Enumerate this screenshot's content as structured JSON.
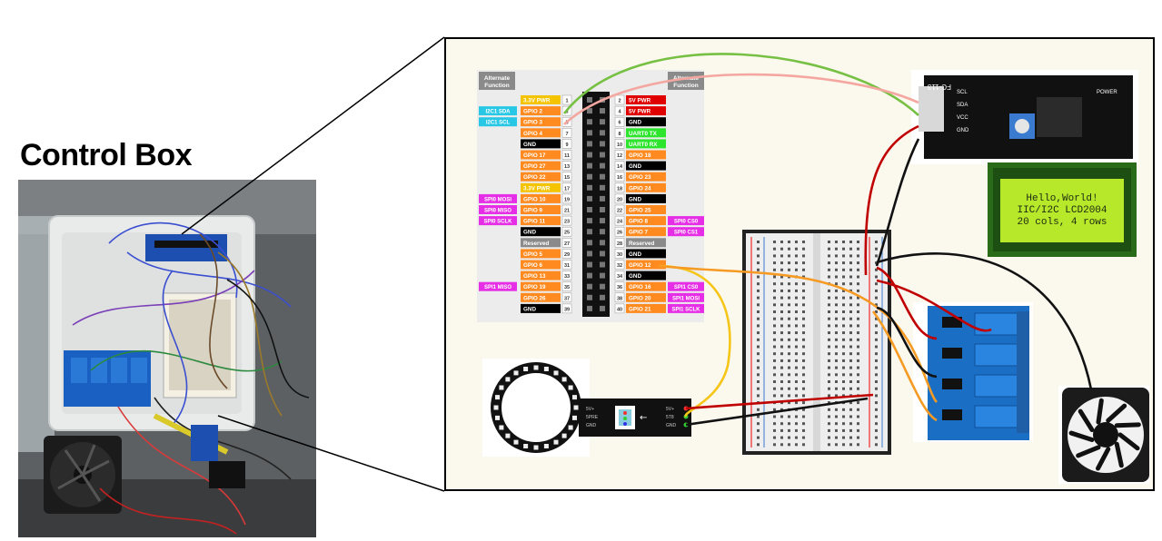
{
  "title": "Control Box",
  "colors": {
    "power3v3": "#f5c400",
    "gpio": "#ff8a1f",
    "ground": "#000000",
    "power5v": "#e00000",
    "i2c": "#29c7e6",
    "spi": "#e52ee5",
    "uart": "#2ee52e",
    "reserved": "#8a8a8a",
    "wire_green": "#76c043",
    "wire_pink": "#f4a7a0",
    "wire_red": "#c00000",
    "wire_black": "#111111",
    "wire_yellow": "#f5c518",
    "wire_orange": "#f59a23",
    "lcd_screen": "#b8e82a",
    "relay_board": "#1a6fc4"
  },
  "header": {
    "left_heading": "Alternate Function",
    "right_heading": "Alternate Function",
    "rows": [
      {
        "l_alt": "",
        "l_name": "3.3V PWR",
        "l_type": "power3v3",
        "l_num": "1",
        "r_num": "2",
        "r_name": "5V PWR",
        "r_type": "power5v",
        "r_alt": ""
      },
      {
        "l_alt": "I2C1 SDA",
        "l_name": "GPIO 2",
        "l_type": "gpio",
        "l_num": "3",
        "r_num": "4",
        "r_name": "5V PWR",
        "r_type": "power5v",
        "r_alt": ""
      },
      {
        "l_alt": "I2C1 SCL",
        "l_name": "GPIO 3",
        "l_type": "gpio",
        "l_num": "5",
        "r_num": "6",
        "r_name": "GND",
        "r_type": "ground",
        "r_alt": ""
      },
      {
        "l_alt": "",
        "l_name": "GPIO 4",
        "l_type": "gpio",
        "l_num": "7",
        "r_num": "8",
        "r_name": "UART0 TX",
        "r_type": "uart",
        "r_alt": ""
      },
      {
        "l_alt": "",
        "l_name": "GND",
        "l_type": "ground",
        "l_num": "9",
        "r_num": "10",
        "r_name": "UART0 RX",
        "r_type": "uart",
        "r_alt": ""
      },
      {
        "l_alt": "",
        "l_name": "GPIO 17",
        "l_type": "gpio",
        "l_num": "11",
        "r_num": "12",
        "r_name": "GPIO 18",
        "r_type": "gpio",
        "r_alt": ""
      },
      {
        "l_alt": "",
        "l_name": "GPIO 27",
        "l_type": "gpio",
        "l_num": "13",
        "r_num": "14",
        "r_name": "GND",
        "r_type": "ground",
        "r_alt": ""
      },
      {
        "l_alt": "",
        "l_name": "GPIO 22",
        "l_type": "gpio",
        "l_num": "15",
        "r_num": "16",
        "r_name": "GPIO 23",
        "r_type": "gpio",
        "r_alt": ""
      },
      {
        "l_alt": "",
        "l_name": "3.3V PWR",
        "l_type": "power3v3",
        "l_num": "17",
        "r_num": "18",
        "r_name": "GPIO 24",
        "r_type": "gpio",
        "r_alt": ""
      },
      {
        "l_alt": "SPI0 MOSI",
        "l_name": "GPIO 10",
        "l_type": "gpio",
        "l_num": "19",
        "r_num": "20",
        "r_name": "GND",
        "r_type": "ground",
        "r_alt": ""
      },
      {
        "l_alt": "SPI0 MISO",
        "l_name": "GPIO 9",
        "l_type": "gpio",
        "l_num": "21",
        "r_num": "22",
        "r_name": "GPIO 25",
        "r_type": "gpio",
        "r_alt": ""
      },
      {
        "l_alt": "SPI0 SCLK",
        "l_name": "GPIO 11",
        "l_type": "gpio",
        "l_num": "23",
        "r_num": "24",
        "r_name": "GPIO 8",
        "r_type": "gpio",
        "r_alt": "SPI0 CS0"
      },
      {
        "l_alt": "",
        "l_name": "GND",
        "l_type": "ground",
        "l_num": "25",
        "r_num": "26",
        "r_name": "GPIO 7",
        "r_type": "gpio",
        "r_alt": "SPI0 CS1"
      },
      {
        "l_alt": "",
        "l_name": "Reserved",
        "l_type": "reserved",
        "l_num": "27",
        "r_num": "28",
        "r_name": "Reserved",
        "r_type": "reserved",
        "r_alt": ""
      },
      {
        "l_alt": "",
        "l_name": "GPIO 5",
        "l_type": "gpio",
        "l_num": "29",
        "r_num": "30",
        "r_name": "GND",
        "r_type": "ground",
        "r_alt": ""
      },
      {
        "l_alt": "",
        "l_name": "GPIO 6",
        "l_type": "gpio",
        "l_num": "31",
        "r_num": "32",
        "r_name": "GPIO 12",
        "r_type": "gpio",
        "r_alt": ""
      },
      {
        "l_alt": "",
        "l_name": "GPIO 13",
        "l_type": "gpio",
        "l_num": "33",
        "r_num": "34",
        "r_name": "GND",
        "r_type": "ground",
        "r_alt": ""
      },
      {
        "l_alt": "SPI1 MISO",
        "l_name": "GPIO 19",
        "l_type": "gpio",
        "l_num": "35",
        "r_num": "36",
        "r_name": "GPIO 16",
        "r_type": "gpio",
        "r_alt": "SPI1 CS0"
      },
      {
        "l_alt": "",
        "l_name": "GPIO 26",
        "l_type": "gpio",
        "l_num": "37",
        "r_num": "38",
        "r_name": "GPIO 20",
        "r_type": "gpio",
        "r_alt": "SPI1 MOSI"
      },
      {
        "l_alt": "",
        "l_name": "GND",
        "l_type": "ground",
        "l_num": "39",
        "r_num": "40",
        "r_name": "GPIO 21",
        "r_type": "gpio",
        "r_alt": "SPI1 SCLK"
      }
    ]
  },
  "i2c_module": {
    "model": "FC-113",
    "pins": [
      "SCL",
      "SDA",
      "VCC",
      "GND"
    ],
    "power_label": "POWER"
  },
  "lcd": {
    "lines": [
      "Hello,World!",
      "IIC/I2C LCD2004",
      "20 cols, 4 rows"
    ]
  },
  "led_driver": {
    "pins": [
      "5V+",
      "5PRE",
      "GND"
    ],
    "pins_right": [
      "5V+",
      "5T8",
      "GND"
    ]
  }
}
